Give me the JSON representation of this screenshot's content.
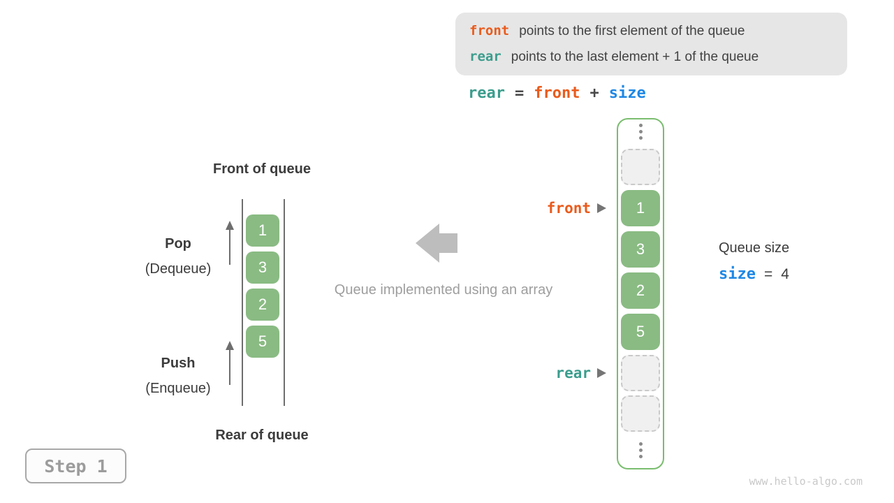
{
  "colors": {
    "front_orange": "#EA5B1C",
    "rear_teal": "#3B9D8D",
    "size_blue": "#1E88E5",
    "cell_green": "#8ABB83",
    "container_border_green": "#79BD6E",
    "dark_text": "#3C3C3C",
    "muted_gray": "#9E9E9E",
    "legend_bg": "#E6E6E6"
  },
  "legend": {
    "lines": [
      {
        "keyword": "front",
        "description": "points to the first element of the queue"
      },
      {
        "keyword": "rear",
        "description": "points to the last element + 1 of the queue"
      }
    ]
  },
  "formula": {
    "tokens": [
      {
        "text": "rear",
        "role": "rear"
      },
      {
        "text": "=",
        "role": "operator"
      },
      {
        "text": "front",
        "role": "front"
      },
      {
        "text": "+",
        "role": "operator"
      },
      {
        "text": "size",
        "role": "size"
      }
    ]
  },
  "left_diagram": {
    "top_label": "Front of queue",
    "bottom_label": "Rear of queue",
    "pop_label": "Pop",
    "pop_sublabel": "(Dequeue)",
    "push_label": "Push",
    "push_sublabel": "(Enqueue)",
    "values": [
      "1",
      "3",
      "2",
      "5"
    ]
  },
  "middle_caption": "Queue implemented using an array",
  "right_array": {
    "front_label": "front",
    "rear_label": "rear",
    "cells": [
      {
        "type": "dots"
      },
      {
        "type": "empty"
      },
      {
        "type": "value",
        "value": "1",
        "pointer": "front"
      },
      {
        "type": "value",
        "value": "3"
      },
      {
        "type": "value",
        "value": "2"
      },
      {
        "type": "value",
        "value": "5"
      },
      {
        "type": "empty",
        "pointer": "rear"
      },
      {
        "type": "empty"
      },
      {
        "type": "dots"
      }
    ]
  },
  "size_panel": {
    "title": "Queue size",
    "keyword": "size",
    "equals": "=",
    "value": "4"
  },
  "step_badge": "Step 1",
  "watermark": "www.hello-algo.com"
}
